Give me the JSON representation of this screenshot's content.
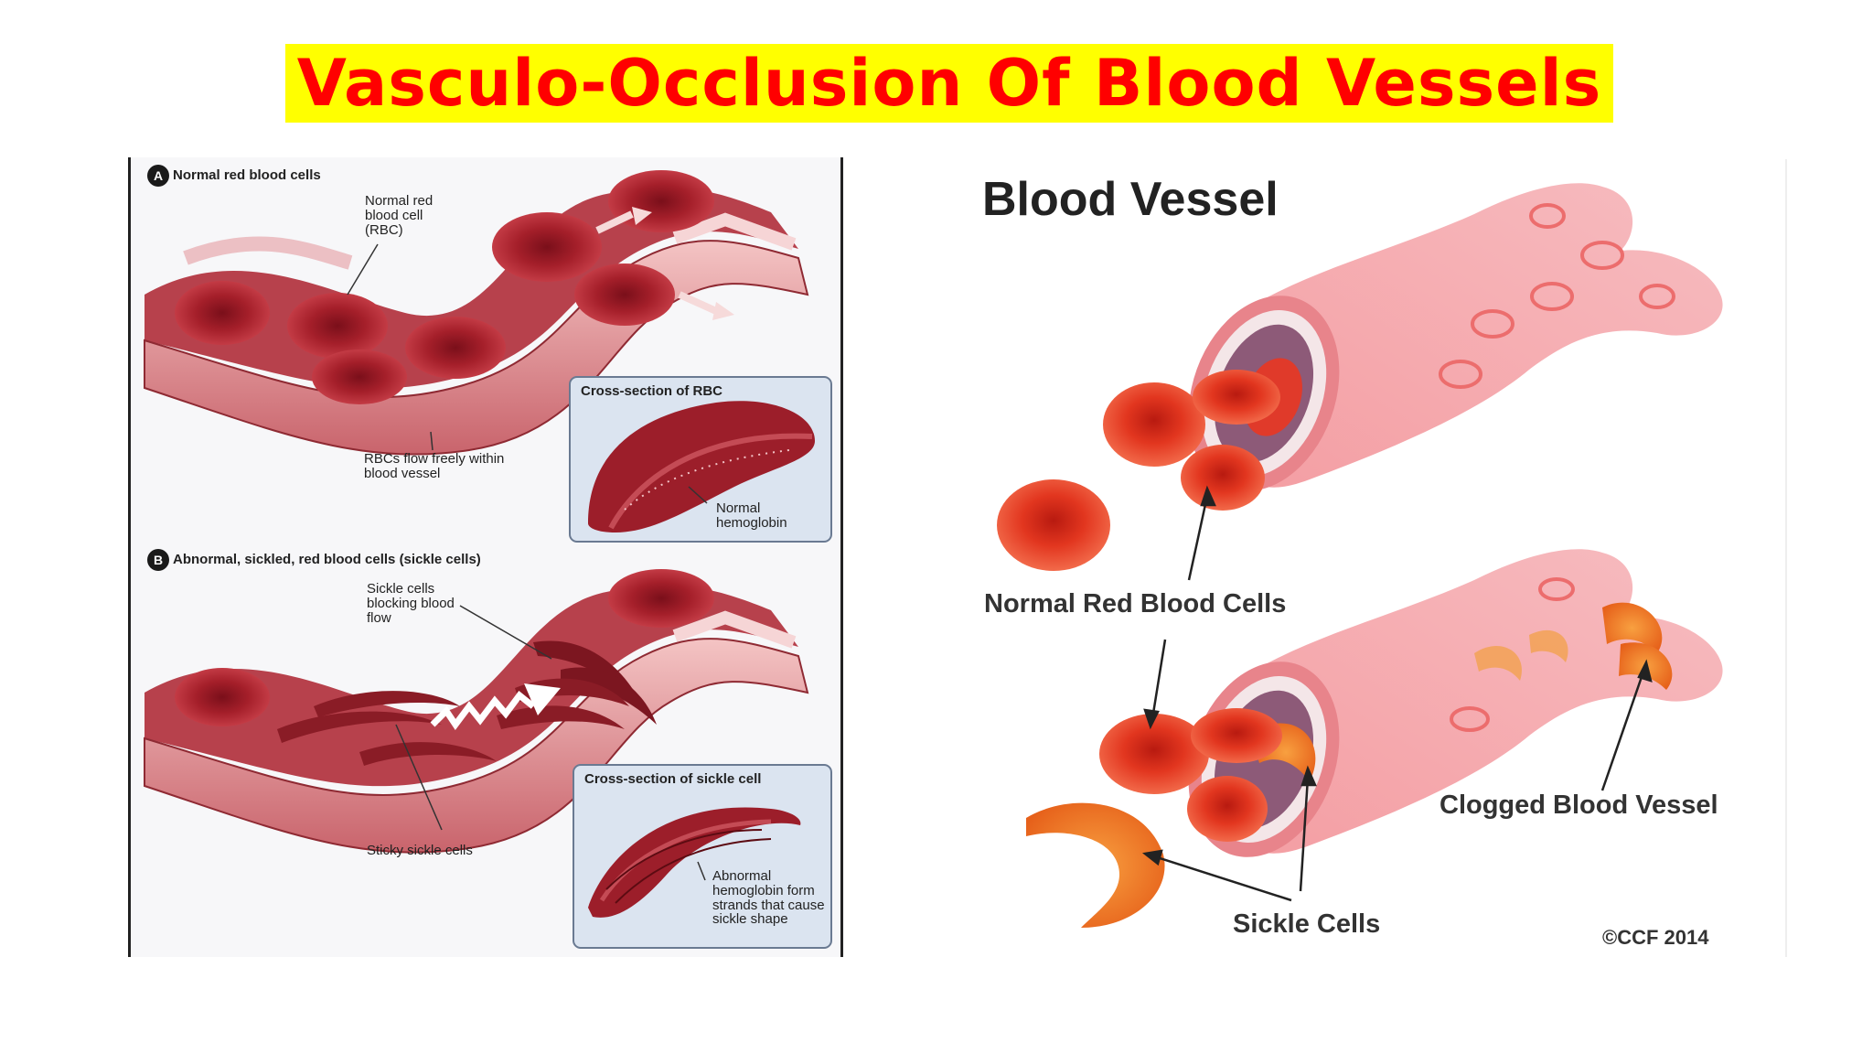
{
  "title": "Vasculo-Occlusion Of Blood Vessels",
  "left_panel": {
    "section_a": {
      "marker": "A",
      "heading": "Normal red blood cells"
    },
    "label_normal_rbc": "Normal red blood cell (RBC)",
    "label_flow_freely": "RBCs flow freely within blood vessel",
    "inset_a": {
      "title": "Cross-section of RBC",
      "label": "Normal hemoglobin"
    },
    "section_b": {
      "marker": "B",
      "heading": "Abnormal, sickled, red blood cells (sickle cells)"
    },
    "label_blocking": "Sickle cells blocking blood flow",
    "label_sticky": "Sticky sickle cells",
    "inset_b": {
      "title": "Cross-section of sickle cell",
      "label": "Abnormal hemoglobin form strands that cause sickle shape"
    }
  },
  "right_panel": {
    "title": "Blood Vessel",
    "label_normal": "Normal Red Blood Cells",
    "label_clogged": "Clogged Blood Vessel",
    "label_sickle": "Sickle Cells",
    "copyright": "©CCF 2014"
  },
  "colors": {
    "title_text": "#ff0000",
    "title_bg": "#ffff00",
    "rbc_dark": "#9a1c28",
    "rbc_bright": "#e8321e",
    "vessel_pink": "#f3a3a8",
    "sickle_orange": "#f07a1a"
  }
}
